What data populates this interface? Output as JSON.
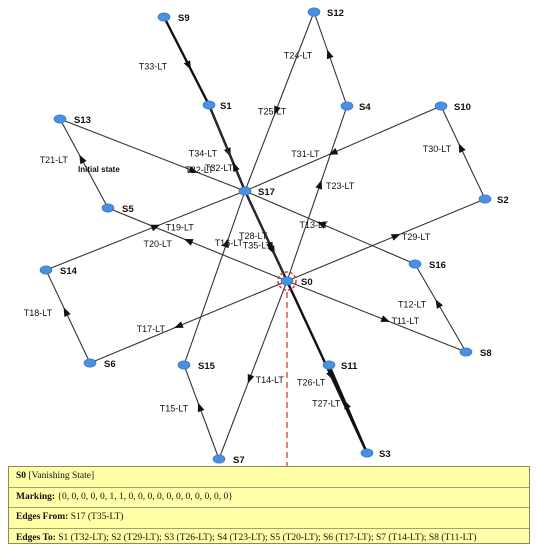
{
  "nodes": [
    {
      "id": "S0",
      "label": "S0"
    },
    {
      "id": "S1",
      "label": "S1"
    },
    {
      "id": "S2",
      "label": "S2"
    },
    {
      "id": "S3",
      "label": "S3"
    },
    {
      "id": "S4",
      "label": "S4"
    },
    {
      "id": "S5",
      "label": "S5"
    },
    {
      "id": "S6",
      "label": "S6"
    },
    {
      "id": "S7",
      "label": "S7"
    },
    {
      "id": "S8",
      "label": "S8"
    },
    {
      "id": "S9",
      "label": "S9"
    },
    {
      "id": "S10",
      "label": "S10"
    },
    {
      "id": "S11",
      "label": "S11"
    },
    {
      "id": "S12",
      "label": "S12"
    },
    {
      "id": "S13",
      "label": "S13"
    },
    {
      "id": "S14",
      "label": "S14"
    },
    {
      "id": "S15",
      "label": "S15"
    },
    {
      "id": "S16",
      "label": "S16"
    },
    {
      "id": "S17",
      "label": "S17"
    }
  ],
  "edges": [
    {
      "label": "T33-LT",
      "from": "S9",
      "to": "S1",
      "bold": true
    },
    {
      "label": "T34-LT",
      "from": "S1",
      "to": "S17",
      "bold": true
    },
    {
      "label": "T32-LT",
      "from": "S17",
      "to": "S1"
    },
    {
      "label": "T24-LT",
      "from": "S4",
      "to": "S12"
    },
    {
      "label": "T25-LT",
      "from": "S12",
      "to": "S17"
    },
    {
      "label": "T23-LT",
      "from": "S0",
      "to": "S4"
    },
    {
      "label": "T30-LT",
      "from": "S2",
      "to": "S10"
    },
    {
      "label": "T31-LT",
      "from": "S10",
      "to": "S17"
    },
    {
      "label": "T29-LT",
      "from": "S0",
      "to": "S2"
    },
    {
      "label": "T21-LT",
      "from": "S5",
      "to": "S13"
    },
    {
      "label": "T22-LT",
      "from": "S13",
      "to": "S17"
    },
    {
      "label": "T20-LT",
      "from": "S0",
      "to": "S5"
    },
    {
      "label": "T19-LT",
      "from": "S14",
      "to": "S17"
    },
    {
      "label": "T18-LT",
      "from": "S6",
      "to": "S14"
    },
    {
      "label": "T17-LT",
      "from": "S0",
      "to": "S6"
    },
    {
      "label": "T13-LT",
      "from": "S16",
      "to": "S17"
    },
    {
      "label": "T12-LT",
      "from": "S8",
      "to": "S16"
    },
    {
      "label": "T11-LT",
      "from": "S0",
      "to": "S8"
    },
    {
      "label": "T16-LT",
      "from": "S15",
      "to": "S17"
    },
    {
      "label": "T15-LT",
      "from": "S7",
      "to": "S15"
    },
    {
      "label": "T14-LT",
      "from": "S0",
      "to": "S7"
    },
    {
      "label": "T35-LT",
      "from": "S17",
      "to": "S0",
      "bold": true
    },
    {
      "label": "T28-LT",
      "from": "S17",
      "to": "S0"
    },
    {
      "label": "T26-LT",
      "from": "S0",
      "to": "S3",
      "bold": true
    },
    {
      "label": "T27-LT",
      "from": "S3",
      "to": "S11",
      "bold": true
    }
  ],
  "annotations": {
    "initial_state": "Initial state"
  },
  "selected_node": "S0",
  "info_panel": {
    "title_key": "S0",
    "title_value": " [Vanishing State]",
    "marking_key": "Marking:",
    "marking_value": " {0, 0, 0, 0, 0, 1, 1, 0, 0, 0, 0, 0, 0, 0, 0, 0, 0, 0}",
    "edges_from_key": "Edges From:",
    "edges_from_value": " S17 (T35-LT)",
    "edges_to_key": "Edges To:",
    "edges_to_value": " S1 (T32-LT); S2 (T29-LT); S3 (T26-LT); S4 (T23-LT); S5 (T20-LT); S6 (T17-LT); S7 (T14-LT); S8 (T11-LT)"
  },
  "colors": {
    "node_fill": "#4a90e2",
    "highlight": "#e0251b",
    "panel_bg": "#ffffa8"
  }
}
